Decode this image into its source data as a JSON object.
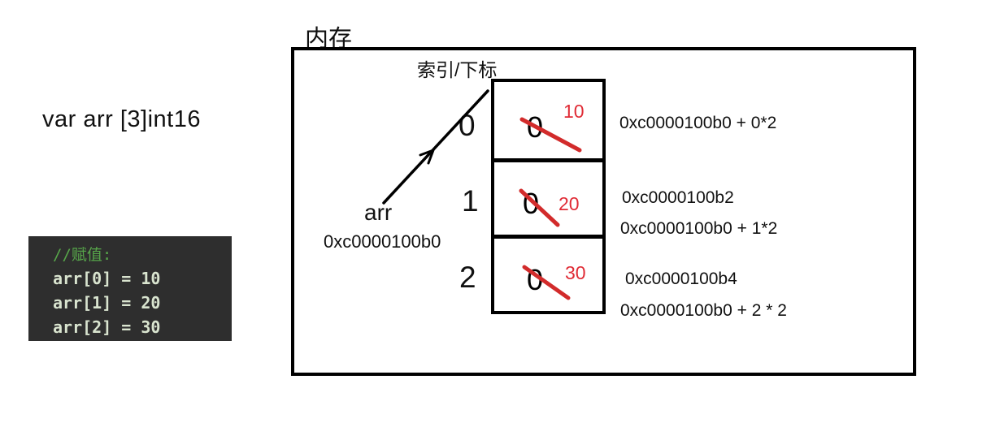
{
  "declaration": "var arr [3]int16",
  "code": {
    "comment": "//赋值:",
    "lines": [
      "arr[0] = 10",
      "arr[1] = 20",
      "arr[2] = 30"
    ]
  },
  "memory": {
    "title": "内存",
    "index_label": "索引/下标",
    "pointer": {
      "label": "arr",
      "address": "0xc0000100b0"
    },
    "cells": [
      {
        "index": "0",
        "old_value": "0",
        "value": "10",
        "address": "",
        "address_calc": "0xc0000100b0 + 0*2"
      },
      {
        "index": "1",
        "old_value": "0",
        "value": "20",
        "address": "0xc0000100b2",
        "address_calc": "0xc0000100b0 + 1*2"
      },
      {
        "index": "2",
        "old_value": "0",
        "value": "30",
        "address": "0xc0000100b4",
        "address_calc": "0xc0000100b0 + 2 * 2"
      }
    ]
  },
  "colors": {
    "red_accent": "#e02b35",
    "strike_red": "#d22b2b",
    "comment_green": "#57a64a",
    "code_text": "#d9e4cf",
    "code_background": "#2e2e2e",
    "line_black": "#000000"
  }
}
